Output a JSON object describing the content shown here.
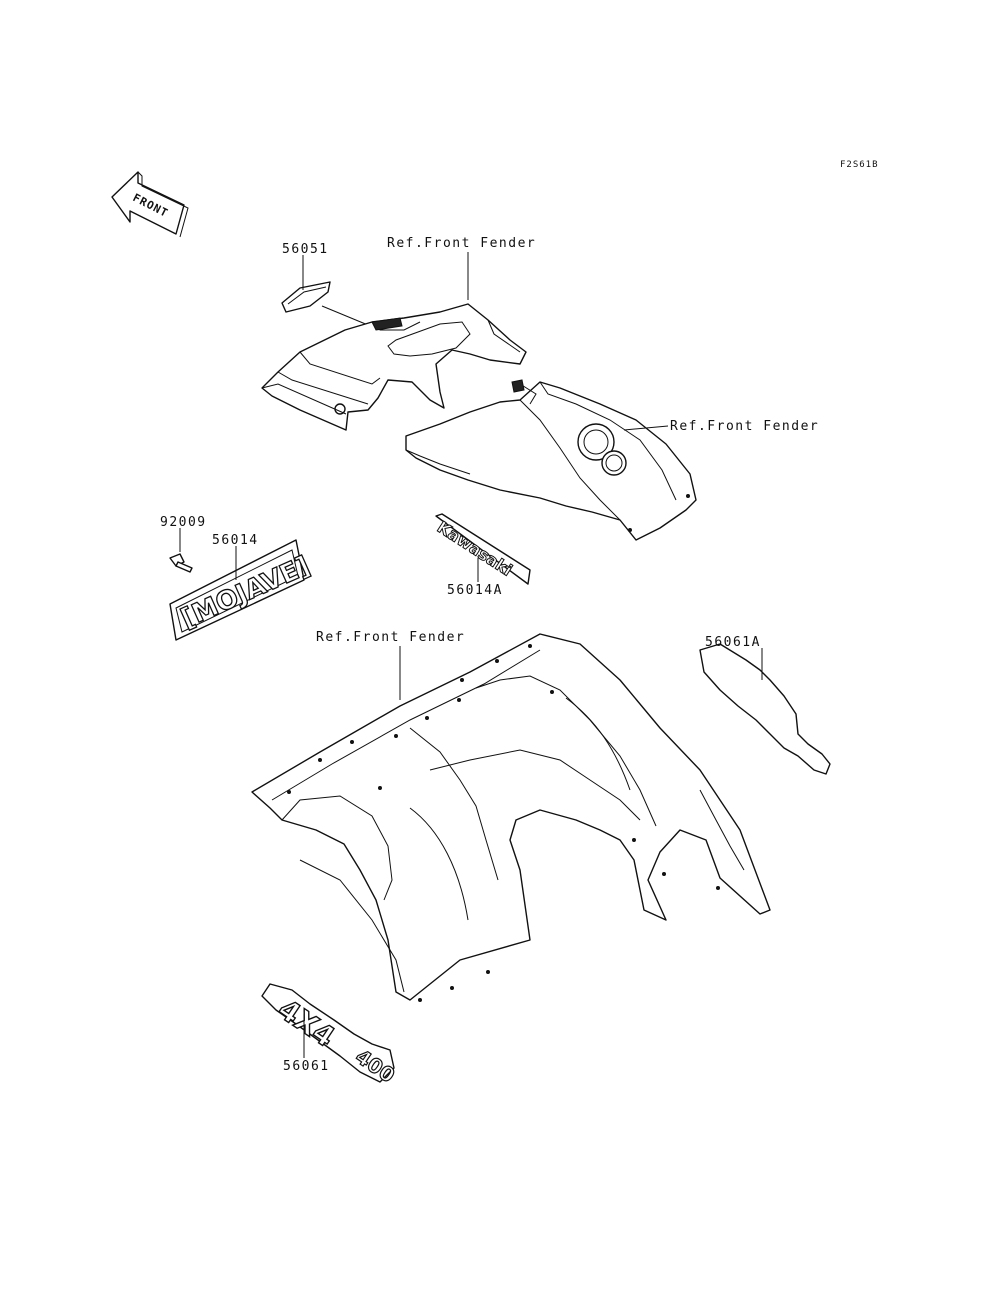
{
  "figure_code": "F2S61B",
  "front_arrow": {
    "label": "FRONT"
  },
  "callouts": {
    "p56051": "56051",
    "ref_top": "Ref.Front Fender",
    "ref_right": "Ref.Front Fender",
    "p92009": "92009",
    "p56014": "56014",
    "p56014A": "56014A",
    "ref_middle": "Ref.Front Fender",
    "p56061A": "56061A",
    "p56061": "56061"
  },
  "decals": {
    "kawasaki": "Kawasaki",
    "mojave": "[MOJAVE]",
    "four_x_four": "4X4",
    "displacement": "400"
  }
}
